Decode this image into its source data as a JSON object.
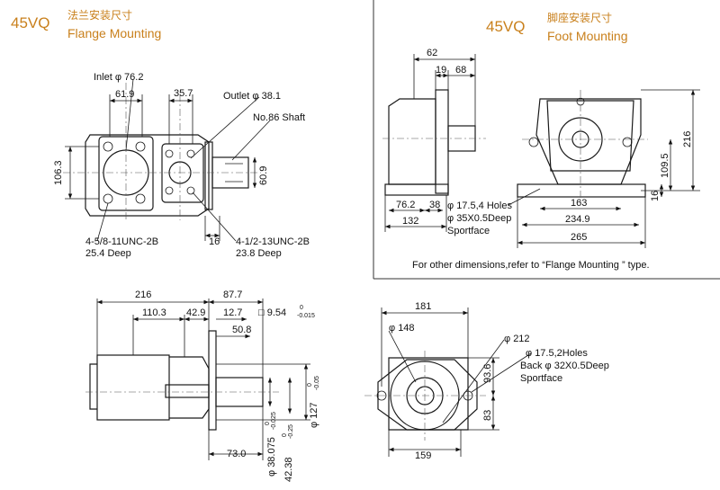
{
  "flange": {
    "model": "45VQ",
    "title_cn": "法兰安装尺寸",
    "title_en": "Flange Mounting",
    "inlet": "Inlet φ 76.2",
    "outlet": "Outlet φ 38.1",
    "shaft": "No.86 Shaft",
    "dim_61_9": "61.9",
    "dim_35_7": "35.7",
    "dim_106_3": "106.3",
    "dim_60_9": "60.9",
    "dim_16": "16",
    "note_thread_a": "4-5/8-11UNC-2B",
    "note_depth_a": "25.4 Deep",
    "note_thread_b": "4-1/2-13UNC-2B",
    "note_depth_b": "23.8 Deep"
  },
  "foot": {
    "model": "45VQ",
    "title_cn": "脚座安装尺寸",
    "title_en": "Foot Mounting",
    "dim_62": "62",
    "dim_19": "19",
    "dim_68": "68",
    "dim_76_2": "76.2",
    "dim_38": "38",
    "dim_132": "132",
    "holes": "φ 17.5,4 Holes",
    "deep": "φ 35X0.5Deep",
    "spotface": "Sportface",
    "dim_163": "163",
    "dim_234_9": "234.9",
    "dim_265": "265",
    "dim_216": "216",
    "dim_109_5": "109.5",
    "dim_16": "16",
    "note": "For other  dimensions,refer to “Flange Mounting ” type."
  },
  "side": {
    "dim_216": "216",
    "dim_87_7": "87.7",
    "dim_110_3": "110.3",
    "dim_42_9": "42.9",
    "dim_12_7": "12.7",
    "tol_box": "□ 9.54",
    "tol_box_up": "0",
    "tol_box_dn": "-0.015",
    "dim_50_8": "50.8",
    "dim_127": "φ 127",
    "dim_127_up": "0",
    "dim_127_dn": "-0.05",
    "dim_73": "73.0",
    "dim_38_075": "φ 38.075",
    "dim_38_075_up": "0",
    "dim_38_075_dn": "-0.025",
    "dim_42_38": "42.38",
    "dim_42_38_up": "0",
    "dim_42_38_dn": "-0.25"
  },
  "end": {
    "dim_181": "181",
    "dim_148": "φ 148",
    "dim_212": "φ 212",
    "holes": "φ 17.5,2Holes",
    "deep": "Back φ 32X0.5Deep",
    "spotface": "Sportface",
    "dim_93_6": "93.6",
    "dim_83": "83",
    "dim_159": "159"
  }
}
